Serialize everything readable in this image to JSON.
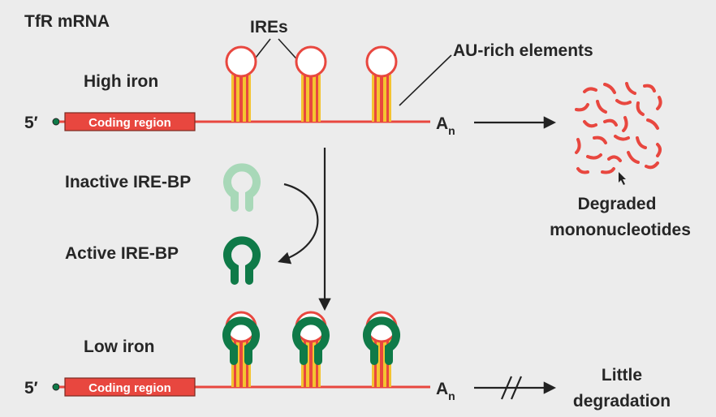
{
  "title": "TfR mRNA",
  "labels": {
    "ires": "IREs",
    "au_rich": "AU-rich elements",
    "high_iron": "High iron",
    "low_iron": "Low iron",
    "inactive_irebp": "Inactive IRE-BP",
    "active_irebp": "Active IRE-BP",
    "degraded_line1": "Degraded",
    "degraded_line2": "mononucleotides",
    "little_line1": "Little",
    "little_line2": "degradation"
  },
  "mrna": {
    "five_prime": "5′",
    "coding_region": "Coding region",
    "poly_a": "A",
    "poly_a_sub": "n"
  },
  "colors": {
    "background": "#ececec",
    "mrna_red": "#e8473f",
    "stem_yellow": "#f4c430",
    "irebp_inactive": "#a8d8b8",
    "irebp_active": "#0f7a48",
    "arrow": "#222222",
    "text": "#262626"
  }
}
